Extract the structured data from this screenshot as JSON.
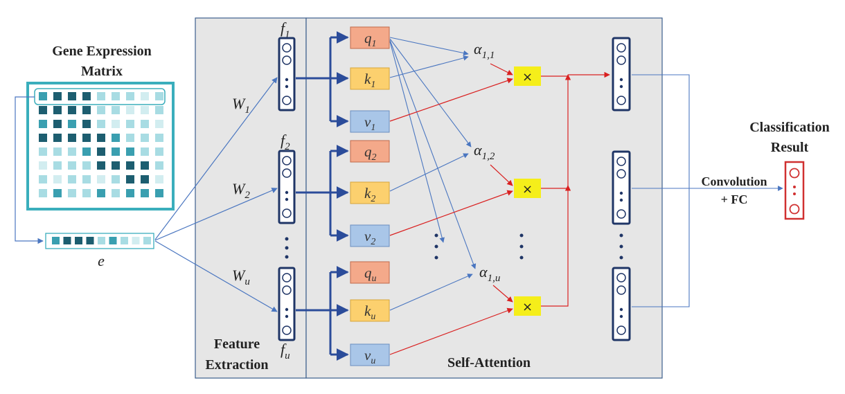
{
  "title": {
    "gene_line1": "Gene Expression",
    "gene_line2": "Matrix"
  },
  "labels": {
    "embedding": "e",
    "feature_line1": "Feature",
    "feature_line2": "Extraction",
    "self_attention": "Self-Attention",
    "classification_line1": "Classification",
    "classification_line2": "Result",
    "conv_line1": "Convolution",
    "conv_line2": "+ FC",
    "multiply": "×"
  },
  "weights": [
    {
      "base": "W",
      "sub": "1"
    },
    {
      "base": "W",
      "sub": "2"
    },
    {
      "base": "W",
      "sub": "u"
    }
  ],
  "features": [
    {
      "base": "f",
      "sub": "1"
    },
    {
      "base": "f",
      "sub": "2"
    },
    {
      "base": "f",
      "sub": "u"
    }
  ],
  "qkv_groups": [
    {
      "q": {
        "base": "q",
        "sub": "1"
      },
      "k": {
        "base": "k",
        "sub": "1"
      },
      "v": {
        "base": "v",
        "sub": "1"
      }
    },
    {
      "q": {
        "base": "q",
        "sub": "2"
      },
      "k": {
        "base": "k",
        "sub": "2"
      },
      "v": {
        "base": "v",
        "sub": "2"
      }
    },
    {
      "q": {
        "base": "q",
        "sub": "u"
      },
      "k": {
        "base": "k",
        "sub": "u"
      },
      "v": {
        "base": "v",
        "sub": "u"
      }
    }
  ],
  "alphas": [
    {
      "base": "α",
      "sub": "1,1"
    },
    {
      "base": "α",
      "sub": "1,2"
    },
    {
      "base": "α",
      "sub": "1,u"
    }
  ],
  "colors": {
    "panel_fill": "#e6e6e6",
    "panel_border": "#3b5e8c",
    "matrix_border": "#3aaebc",
    "cell_dark": "#1d5e70",
    "cell_mid": "#3a9fb0",
    "cell_light": "#a8dce3",
    "cell_faint": "#d2edf0",
    "q_fill": "#f4a98a",
    "q_stroke": "#c0694a",
    "k_fill": "#fcd06e",
    "k_stroke": "#d6a53a",
    "v_fill": "#a9c6e8",
    "v_stroke": "#6a8fc0",
    "mult_fill": "#f5ee1a",
    "arrow_blue": "#4a76c0",
    "arrow_dark": "#2b4c9a",
    "arrow_red": "#d92020",
    "result_red": "#d03030",
    "vector_dark": "#1f3566"
  }
}
